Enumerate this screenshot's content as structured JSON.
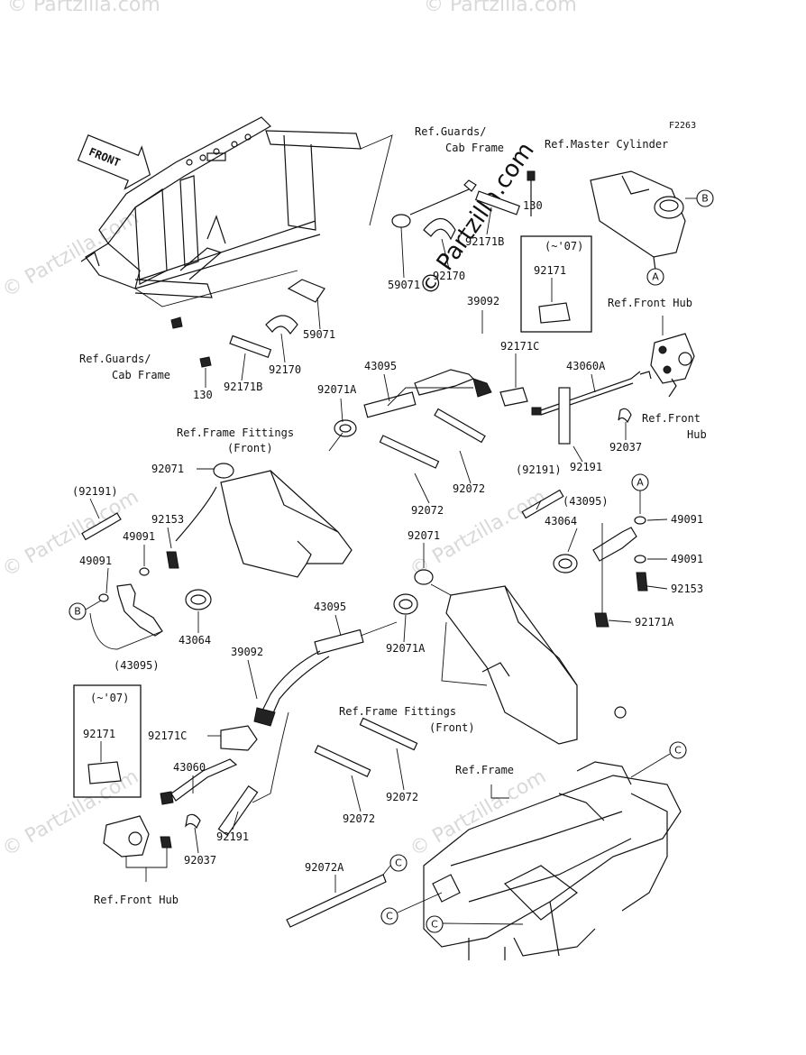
{
  "figure_code": "F2263",
  "front_arrow": "FRONT",
  "watermark": "© Partzilla.com",
  "labels": {
    "ref_guards_cab_frame_top_1": "Ref.Guards/",
    "ref_guards_cab_frame_top_2": "Cab Frame",
    "ref_master_cylinder": "Ref.Master Cylinder",
    "ref_guards_cab_frame_left_1": "Ref.Guards/",
    "ref_guards_cab_frame_left_2": "Cab Frame",
    "ref_front_hub_top": "Ref.Front Hub",
    "ref_front_hub_right_1": "Ref.Front",
    "ref_front_hub_right_2": "Hub",
    "ref_frame_fittings_front_1a": "Ref.Frame Fittings",
    "ref_frame_fittings_front_1b": "(Front)",
    "ref_frame_fittings_front_2a": "Ref.Frame Fittings",
    "ref_frame_fittings_front_2b": "(Front)",
    "ref_frame": "Ref.Frame",
    "ref_front_hub_bottom": "Ref.Front Hub",
    "box_top_year": "(~'07)",
    "box_left_year": "(~'07)"
  },
  "parts": {
    "p130": "130",
    "p92171B_a": "92171B",
    "p92170_a": "92170",
    "p59071_a": "59071",
    "p59071_b": "59071",
    "p92170_b": "92170",
    "p92171B_b": "92171B",
    "p130_b": "130",
    "p92171_top": "92171",
    "p39092_top": "39092",
    "p92171C_top": "92171C",
    "p43095_top": "43095",
    "p92071A_top": "92071A",
    "p43060A": "43060A",
    "p92037_right": "92037",
    "p92191_top": "92191",
    "p92071_left": "92071",
    "p92072_a": "92072",
    "p92072_b": "92072",
    "p92191_paren_left": "(92191)",
    "p92153_left": "92153",
    "p49091_left_a": "49091",
    "p49091_left_b": "49091",
    "p43064_left": "43064",
    "p43095_paren_left": "(43095)",
    "p92191_paren_right": "(92191)",
    "p43095_paren_right": "(43095)",
    "p43064_right": "43064",
    "p92071_mid": "92071",
    "p49091_right_a": "49091",
    "p49091_right_b": "49091",
    "p92153_right": "92153",
    "p92171A": "92171A",
    "p43095_mid": "43095",
    "p92071A_mid": "92071A",
    "p39092_left": "39092",
    "p92171_left": "92171",
    "p92171C_left": "92171C",
    "p43060": "43060",
    "p92191_bottom": "92191",
    "p92037_bottom": "92037",
    "p92072_c": "92072",
    "p92072_d": "92072",
    "p92072A": "92072A"
  },
  "callouts": {
    "A": "A",
    "B": "B",
    "C": "C"
  }
}
